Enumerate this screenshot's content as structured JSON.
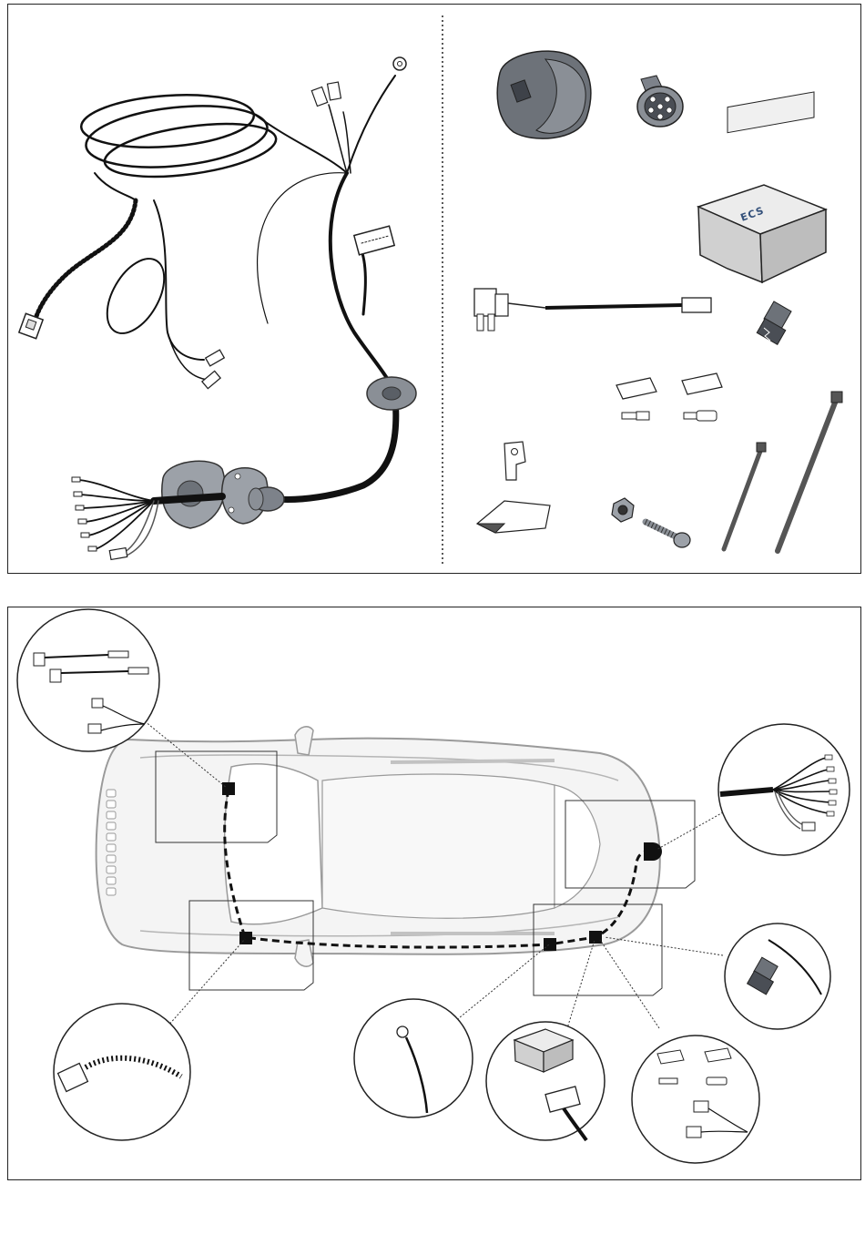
{
  "diagram": {
    "module_brand": "ECS",
    "colors": {
      "line": "#222222",
      "cable": "#111111",
      "rubber": "#8a8f96",
      "car_outline": "#9a9a9a",
      "car_fill": "#f4f4f4",
      "module_fill": "#dcdcdc",
      "brand": "#33507a"
    },
    "top_panel": {
      "left_item": "wiring-harness",
      "right_items": [
        "7-pin-socket",
        "socket-rear-connector",
        "electronic-module",
        "fuse-tap-adapter",
        "wire-splice-connector",
        "butt-connectors",
        "bullet-terminals",
        "mounting-bracket",
        "adhesive-pad",
        "nut",
        "bolt",
        "cable-tie-small",
        "cable-tie-large"
      ]
    },
    "bottom_panel": {
      "callouts": [
        "fuse-tap-detail",
        "front-connector-detail",
        "ground-eyelet-detail",
        "module-connector-detail",
        "butt-connector-detail",
        "splice-connector-detail",
        "socket-wiring-detail"
      ]
    }
  }
}
